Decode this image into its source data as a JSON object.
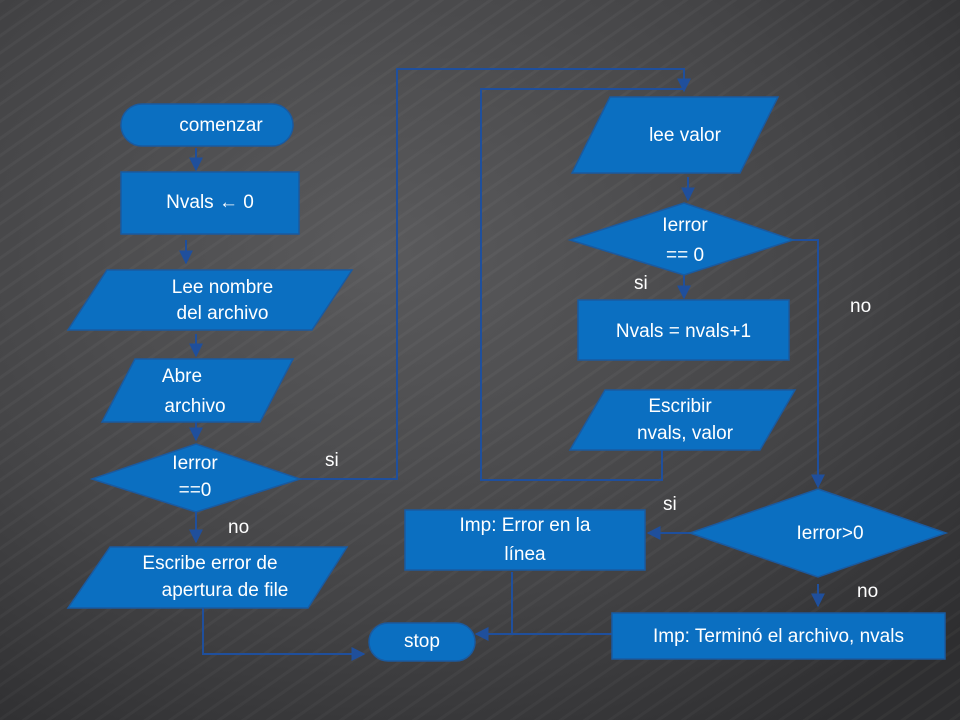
{
  "colors": {
    "shape_fill": "#0b6fc1",
    "shape_stroke": "#1a5aa0",
    "line": "#1f4f9c",
    "text": "#ffffff",
    "background": "#3e3e3f"
  },
  "nodes": {
    "start": "comenzar",
    "init": "Nvals ← 0",
    "read_name_1": "Lee nombre",
    "read_name_2": "del archivo",
    "open_1": "Abre",
    "open_2": "archivo",
    "check_open_1": "Ierror",
    "check_open_2": "==0",
    "write_error_1": "Escribe error de",
    "write_error_2": "apertura de file",
    "stop": "stop",
    "read_value": "lee valor",
    "check_read_1": "Ierror",
    "check_read_2": "== 0",
    "increment": "Nvals = nvals+1",
    "write_values_1": "Escribir",
    "write_values_2": "nvals, valor",
    "check_error": "Ierror>0",
    "print_line_error_1": "Imp: Error en la",
    "print_line_error_2": "línea",
    "print_done": "Imp: Terminó el archivo, nvals"
  },
  "edge_labels": {
    "open_si": "si",
    "open_no": "no",
    "read_si": "si",
    "read_no": "no",
    "error_si": "si",
    "error_no": "no"
  }
}
